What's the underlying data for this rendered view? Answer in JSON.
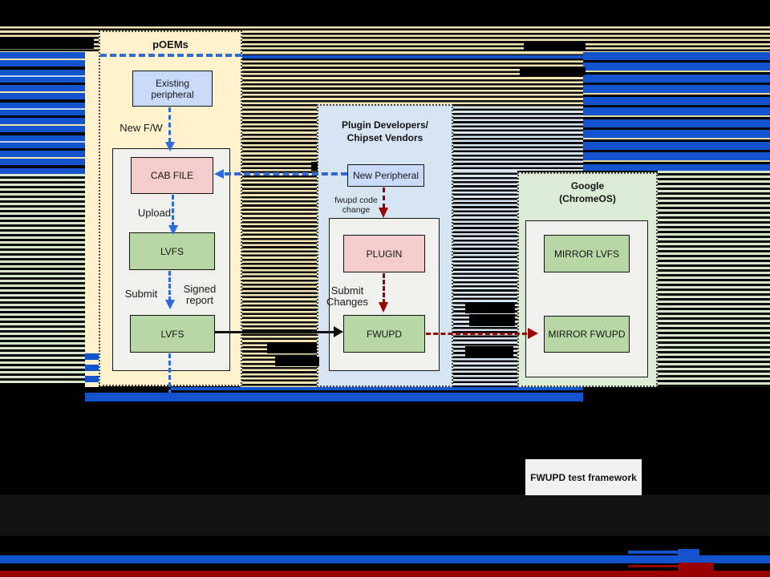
{
  "colors": {
    "accent_blue": "#1353CE",
    "arrow_blue": "#2E6BD8",
    "arrow_red": "#990000",
    "panel_cream": "#FFF2CC",
    "panel_blue": "#D7E4F2",
    "panel_green": "#DCEBD6",
    "box_blue": "#C9DAF8",
    "box_pink": "#F4CCCC",
    "box_green": "#B7D7A5"
  },
  "panels": {
    "poems": {
      "title": "pOEMs"
    },
    "plugin_devs": {
      "title_line1": "Plugin Developers/",
      "title_line2": "Chipset Vendors"
    },
    "google": {
      "title_line1": "Google",
      "title_line2": "(ChromeOS)"
    }
  },
  "nodes": {
    "existing_peripheral": "Existing peripheral",
    "cab_file": "CAB FILE",
    "lvfs_upper": "LVFS",
    "lvfs_lower": "LVFS",
    "new_peripheral": "New Peripheral",
    "plugin": "PLUGIN",
    "fwupd": "FWUPD",
    "mirror_lvfs": "MIRROR LVFS",
    "mirror_fwupd": "MIRROR FWUPD",
    "test_framework": "FWUPD test framework"
  },
  "edge_labels": {
    "new_fw": "New F/W",
    "upload": "Upload",
    "submit": "Submit",
    "signed_report": "Signed report",
    "fwupd_code_change": "fwupd code change",
    "submit_changes": "Submit Changes"
  }
}
